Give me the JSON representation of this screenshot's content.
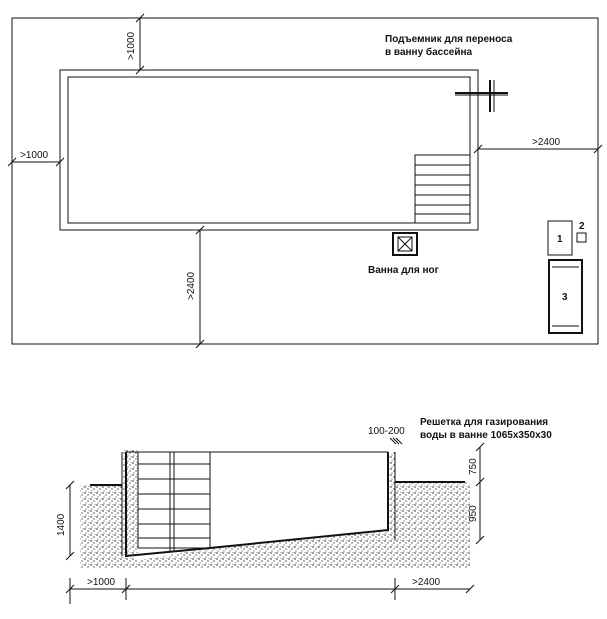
{
  "plan": {
    "lift_label_line1": "Подъемник для переноса",
    "lift_label_line2": "в ванну бассейна",
    "foot_bath_label": "Ванна для ног",
    "dim_top": ">1000",
    "dim_left": ">1000",
    "dim_right": ">2400",
    "dim_bottom": ">2400",
    "item1": "1",
    "item2": "2",
    "item3": "3"
  },
  "section": {
    "grate_label_line1": "Решетка для газирования",
    "grate_label_line2": "воды в ванне 1065х350х30",
    "dim_grate": "100-200",
    "dim_depth": "1400",
    "dim_750": "750",
    "dim_950": "950",
    "dim_left": ">1000",
    "dim_right": ">2400"
  }
}
